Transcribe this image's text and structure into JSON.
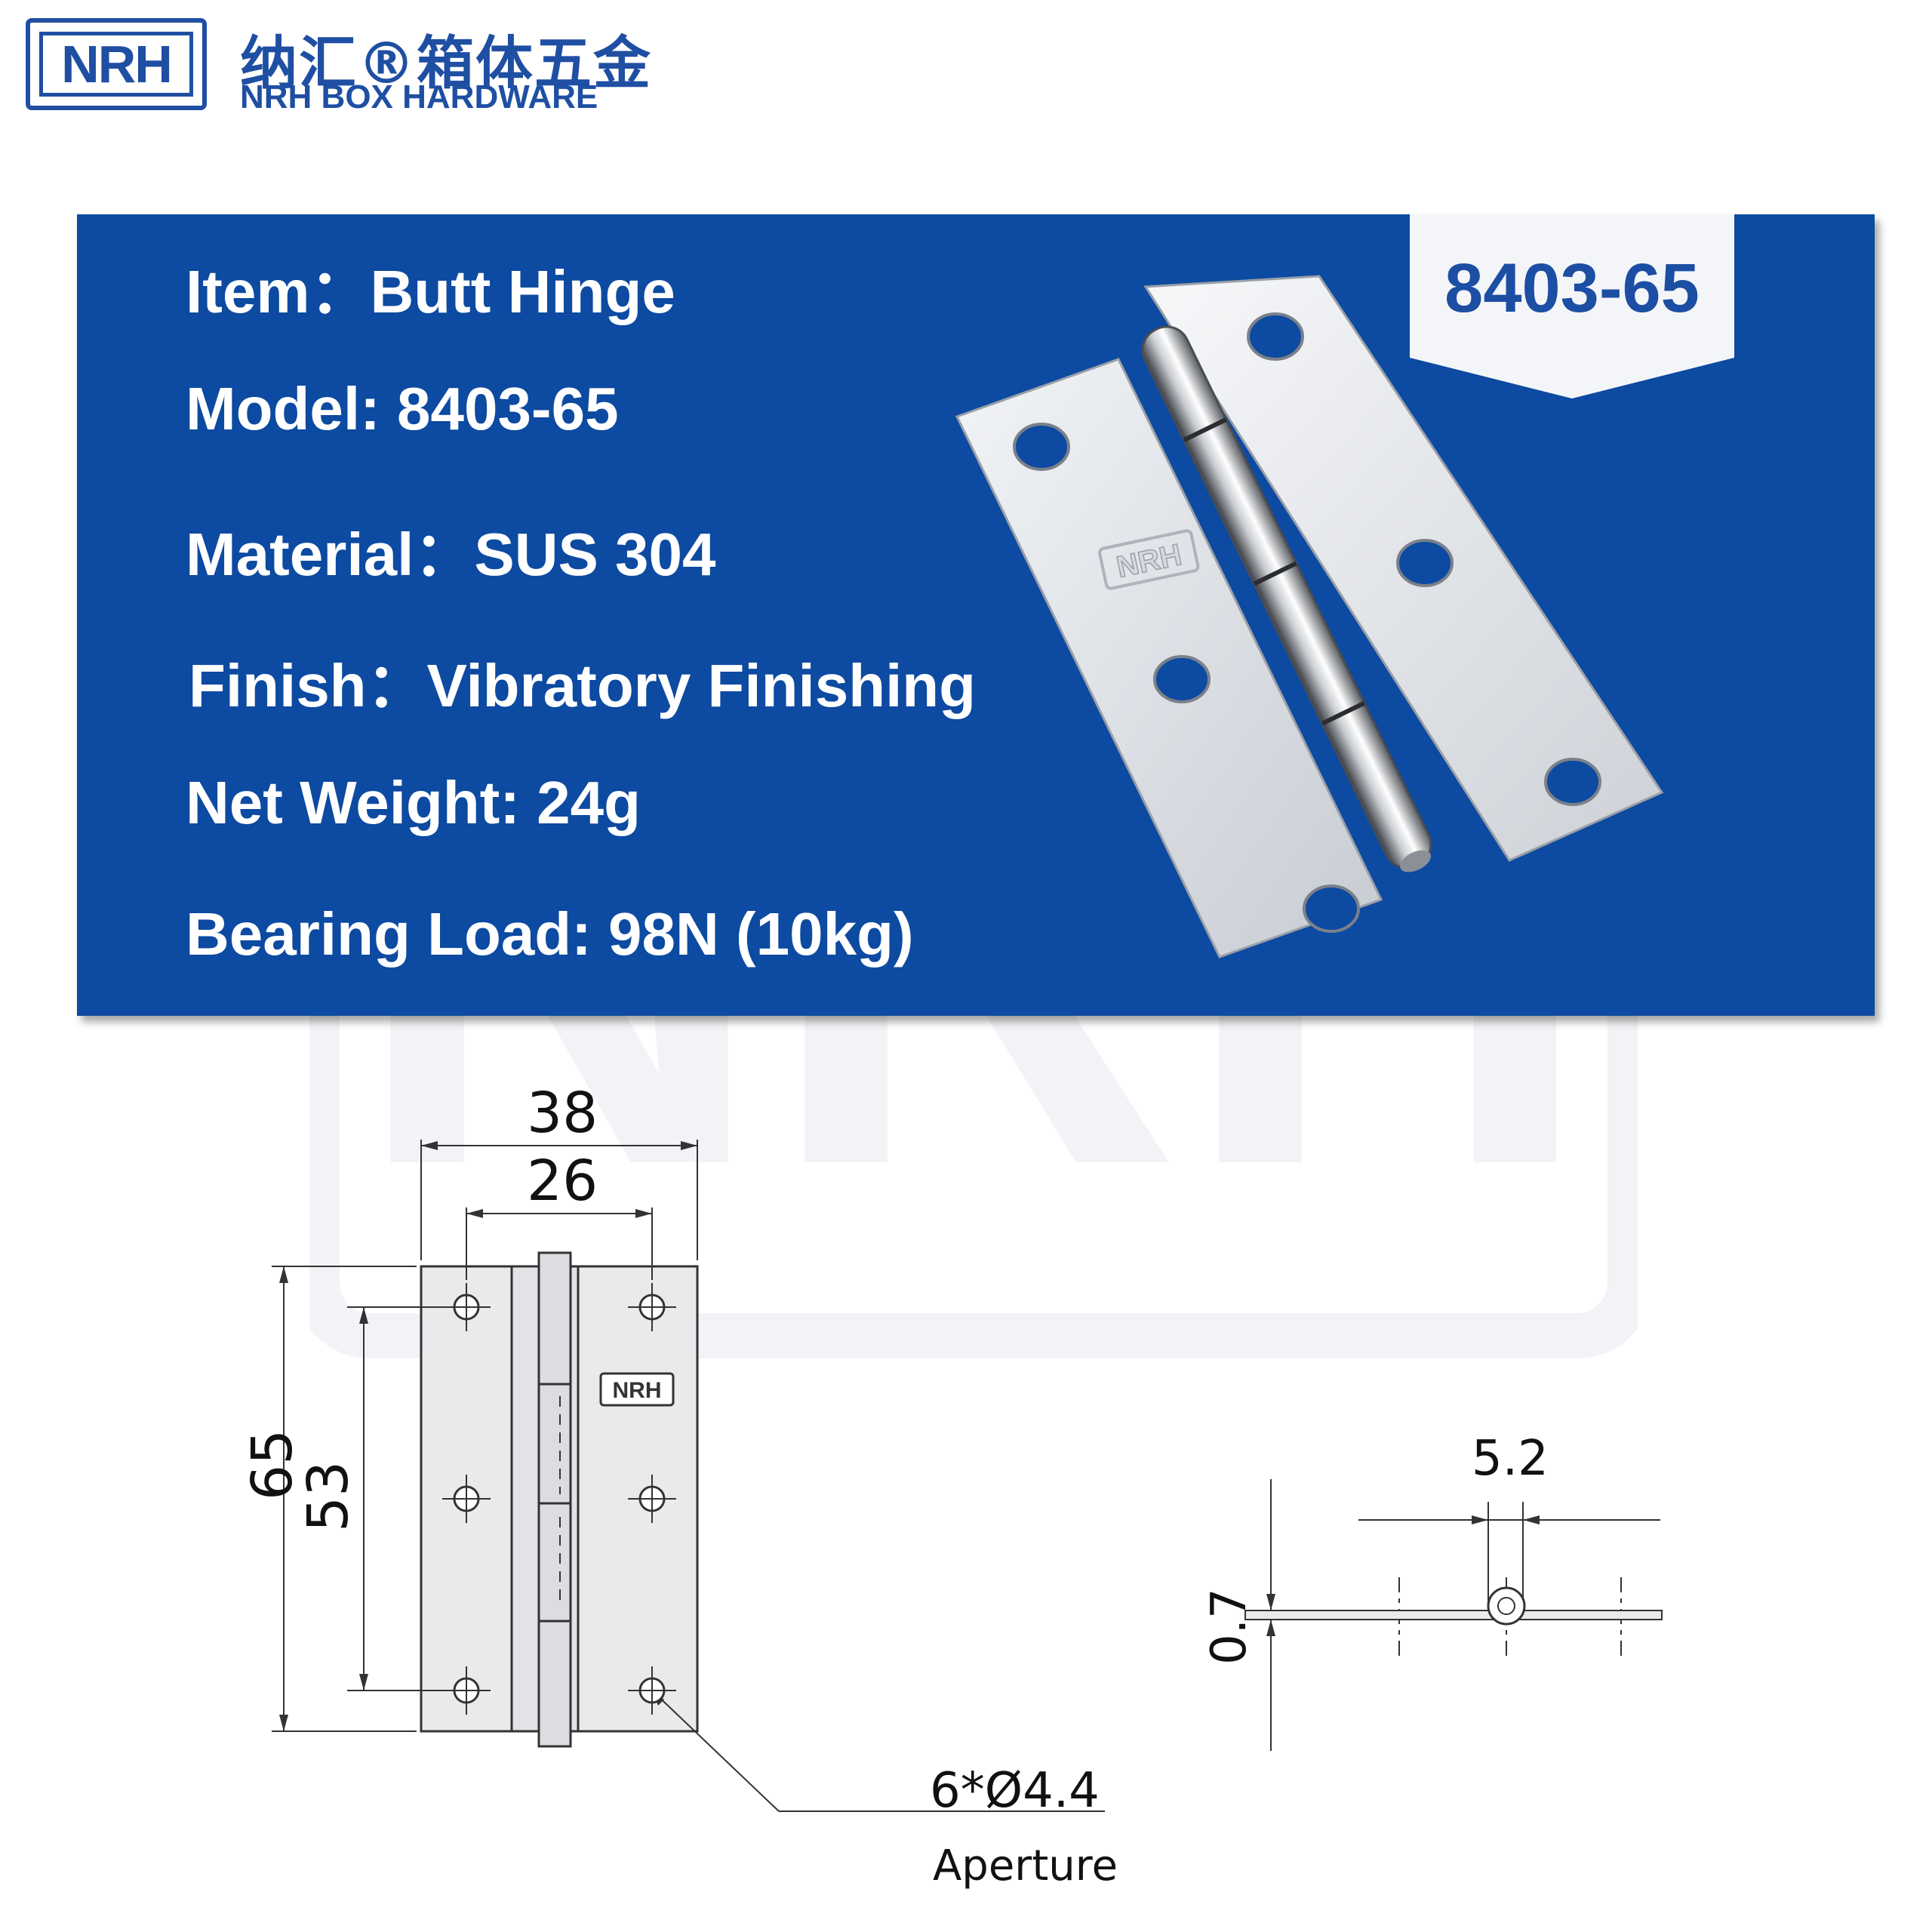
{
  "brand": {
    "logo_text": "NRH",
    "name_cn": "纳汇®箱体五金",
    "name_en": "NRH BOX HARDWARE",
    "color": "#1f4fa3"
  },
  "panel": {
    "background": "#0d4aa1",
    "model_tag": "8403-65",
    "specs": [
      "Item：Butt Hinge",
      "Model: 8403-65",
      "Material：SUS 304",
      "Finish：Vibratory Finishing",
      "Net Weight: 24g",
      "Bearing Load: 98N (10kg)"
    ],
    "hinge_stamp": "NRH"
  },
  "drawing": {
    "front": {
      "width_overall": "38",
      "hole_spacing_horizontal": "26",
      "height_overall": "65",
      "hole_spacing_vertical": "53",
      "stamp": "NRH",
      "holes_callout": "6*Ø4.4",
      "holes_caption": "Aperture"
    },
    "side": {
      "knuckle_width": "5.2",
      "thickness": "0.7"
    }
  }
}
